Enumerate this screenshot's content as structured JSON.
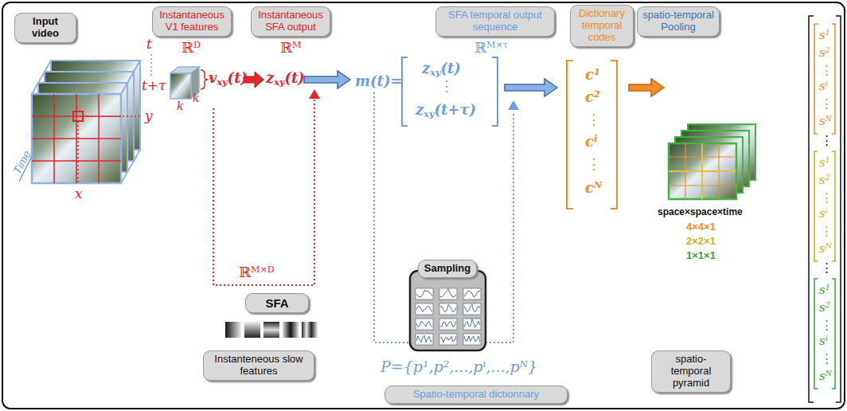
{
  "diagram": {
    "nodes": [
      {
        "text": [
          "Input video"
        ]
      },
      {
        "text": [
          "Instantaneous V1 features"
        ]
      },
      {
        "text": [
          "Instantaneous SFA output"
        ]
      },
      {
        "text": [
          "SFA temporal output sequence"
        ]
      },
      {
        "text": [
          "Dictionary temporal codes"
        ]
      },
      {
        "text": [
          "spatio-temporal Pooling"
        ]
      },
      {
        "text": [
          "SFA"
        ]
      },
      {
        "text": [
          "Instanteneous slow features"
        ]
      },
      {
        "text": [
          "Sampling"
        ]
      },
      {
        "text": [
          "Spatio-temporal dictionnary"
        ]
      },
      {
        "text": [
          "spatio-temporal pyramid"
        ]
      }
    ],
    "labels": [
      "t",
      "t+τ",
      "y",
      "x",
      "Time",
      "ℝD",
      "vxy(t)",
      "k",
      "k",
      "ℝM",
      "zxy(t)",
      "ℝM×D",
      "ℝM×τ",
      "m(t)=",
      "zxy(t)",
      "⋮",
      "zxy(t+τ)",
      "P={p1,p2,...,pi,...,pN}",
      "c1",
      "c2",
      "⋮",
      "ci",
      "⋮",
      "cN",
      "space×space×time",
      "4×4×1",
      "2×2×1",
      "1×1×1",
      "s1",
      "s2",
      "⋮",
      "si",
      "⋮",
      "sN",
      "⋮",
      "s1",
      "s2",
      "⋮",
      "si",
      "⋮",
      "sN",
      "⋮",
      "s1",
      "s2",
      "⋮",
      "si",
      "⋮",
      "sN"
    ]
  }
}
